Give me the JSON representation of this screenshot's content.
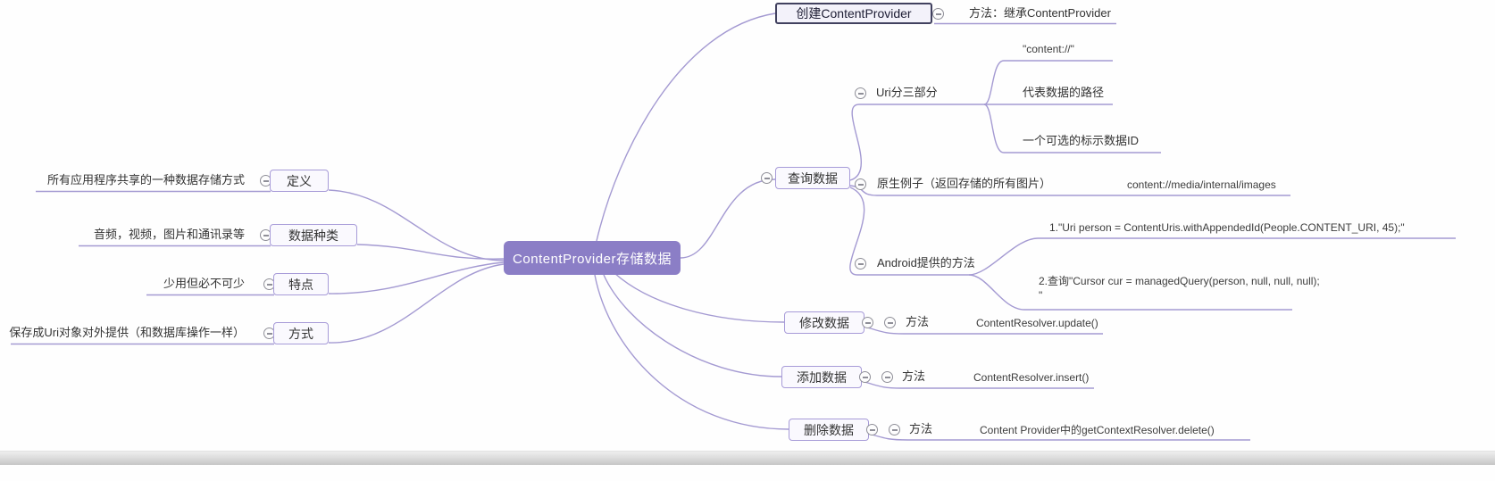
{
  "map": {
    "root": "ContentProvider存储数据",
    "left_branches": [
      {
        "topic": "定义",
        "detail": "所有应用程序共享的一种数据存储方式"
      },
      {
        "topic": "数据种类",
        "detail": "音频，视频，图片和通讯录等"
      },
      {
        "topic": "特点",
        "detail": "少用但必不可少"
      },
      {
        "topic": "方式",
        "detail": "保存成Uri对象对外提供（和数据库操作一样）"
      }
    ],
    "right_branches": {
      "create": {
        "topic": "创建ContentProvider",
        "method": "方法：继承ContentProvider"
      },
      "query": {
        "topic": "查询数据",
        "uri": {
          "topic": "Uri分三部分",
          "part1": "\"content://\"",
          "part2": "代表数据的路径",
          "part3": "一个可选的标示数据ID"
        },
        "example": {
          "topic": "原生例子（返回存储的所有图片）",
          "value": "content://media/internal/images"
        },
        "android": {
          "topic": "Android提供的方法",
          "code1": "1.\"Uri person = ContentUris.withAppendedId(People.CONTENT_URI, 45);\"",
          "code2": "2.查询\"Cursor cur = managedQuery(person, null, null, null);\n\""
        }
      },
      "update": {
        "topic": "修改数据",
        "label": "方法",
        "value": "ContentResolver.update()"
      },
      "insert": {
        "topic": "添加数据",
        "label": "方法",
        "value": "ContentResolver.insert()"
      },
      "delete": {
        "topic": "删除数据",
        "label": "方法",
        "value": "Content Provider中的getContextResolver.delete()"
      }
    },
    "colors": {
      "root_fill": "#8b7ec6",
      "branch_line": "#a49ad2",
      "box_border": "#a79bd8",
      "selected_border": "#41415f"
    }
  }
}
